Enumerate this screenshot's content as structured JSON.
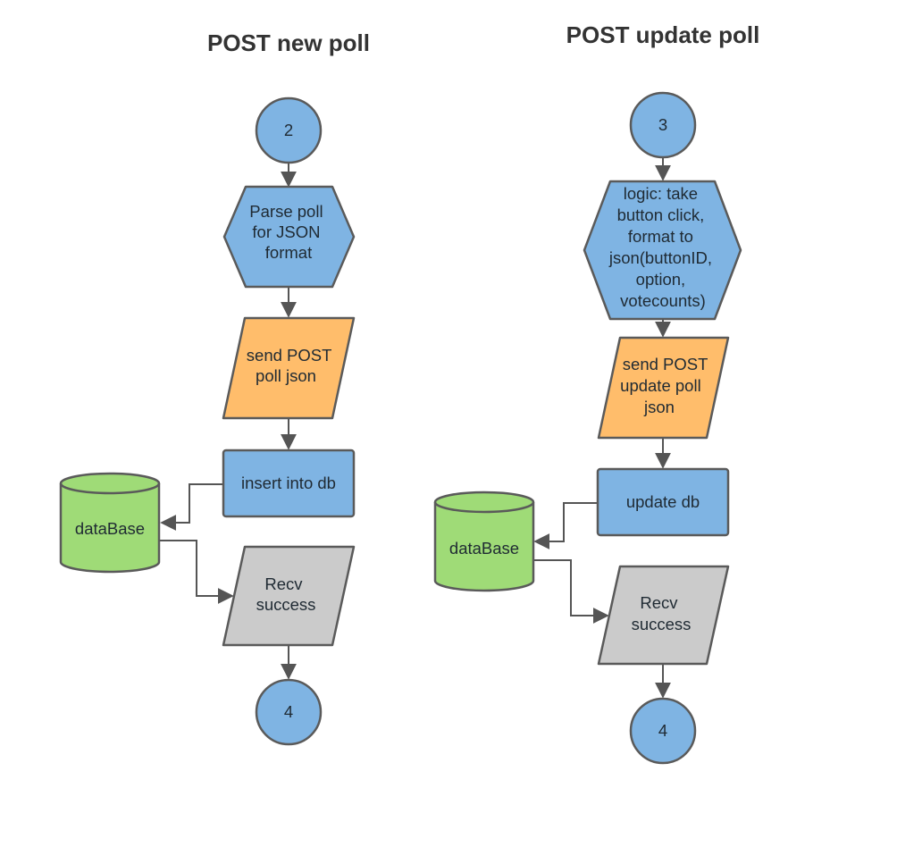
{
  "colors": {
    "blue": "#7fb4e3",
    "orange": "#ffbd6b",
    "green": "#9fdb77",
    "gray": "#cbcbcb",
    "stroke": "#5a5a5a",
    "edge": "#555555"
  },
  "flows": [
    {
      "title": "POST new poll",
      "start": {
        "label": "2"
      },
      "process": {
        "lines": [
          "Parse poll",
          "for JSON",
          "format"
        ]
      },
      "send": {
        "lines": [
          "send POST",
          "poll json"
        ]
      },
      "db_action": {
        "lines": [
          "insert into db"
        ]
      },
      "database": {
        "lines": [
          "dataBase"
        ]
      },
      "recv": {
        "lines": [
          "Recv",
          "success"
        ]
      },
      "end": {
        "label": "4"
      }
    },
    {
      "title": "POST update poll",
      "start": {
        "label": "3"
      },
      "process": {
        "lines": [
          "logic: take",
          "button click,",
          "format to",
          "json(buttonID,",
          "option,",
          "votecounts)"
        ]
      },
      "send": {
        "lines": [
          "send POST",
          "update poll",
          "json"
        ]
      },
      "db_action": {
        "lines": [
          "update db"
        ]
      },
      "database": {
        "lines": [
          "dataBase"
        ]
      },
      "recv": {
        "lines": [
          "Recv",
          "success"
        ]
      },
      "end": {
        "label": "4"
      }
    }
  ]
}
